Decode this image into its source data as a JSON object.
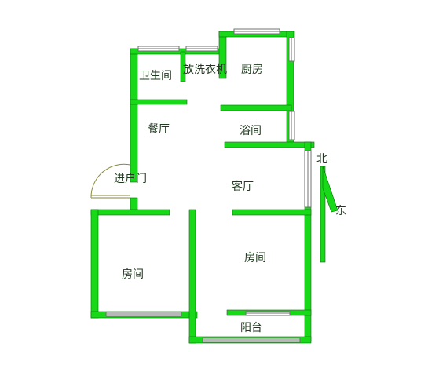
{
  "rooms": {
    "bathroom": "卫生间",
    "laundry": "放洗衣机",
    "kitchen": "厨房",
    "dining": "餐厅",
    "shower": "浴间",
    "entrance": "进户门",
    "living": "客厅",
    "bedroom_right": "房间",
    "bedroom_left": "房间",
    "balcony": "阳台"
  },
  "compass": {
    "north": "北",
    "east": "东"
  },
  "colors": {
    "wall": "#18d918",
    "wall_edge": "#0a6a0a",
    "window_frame": "#707070",
    "door_arc": "#8a8a3a"
  }
}
